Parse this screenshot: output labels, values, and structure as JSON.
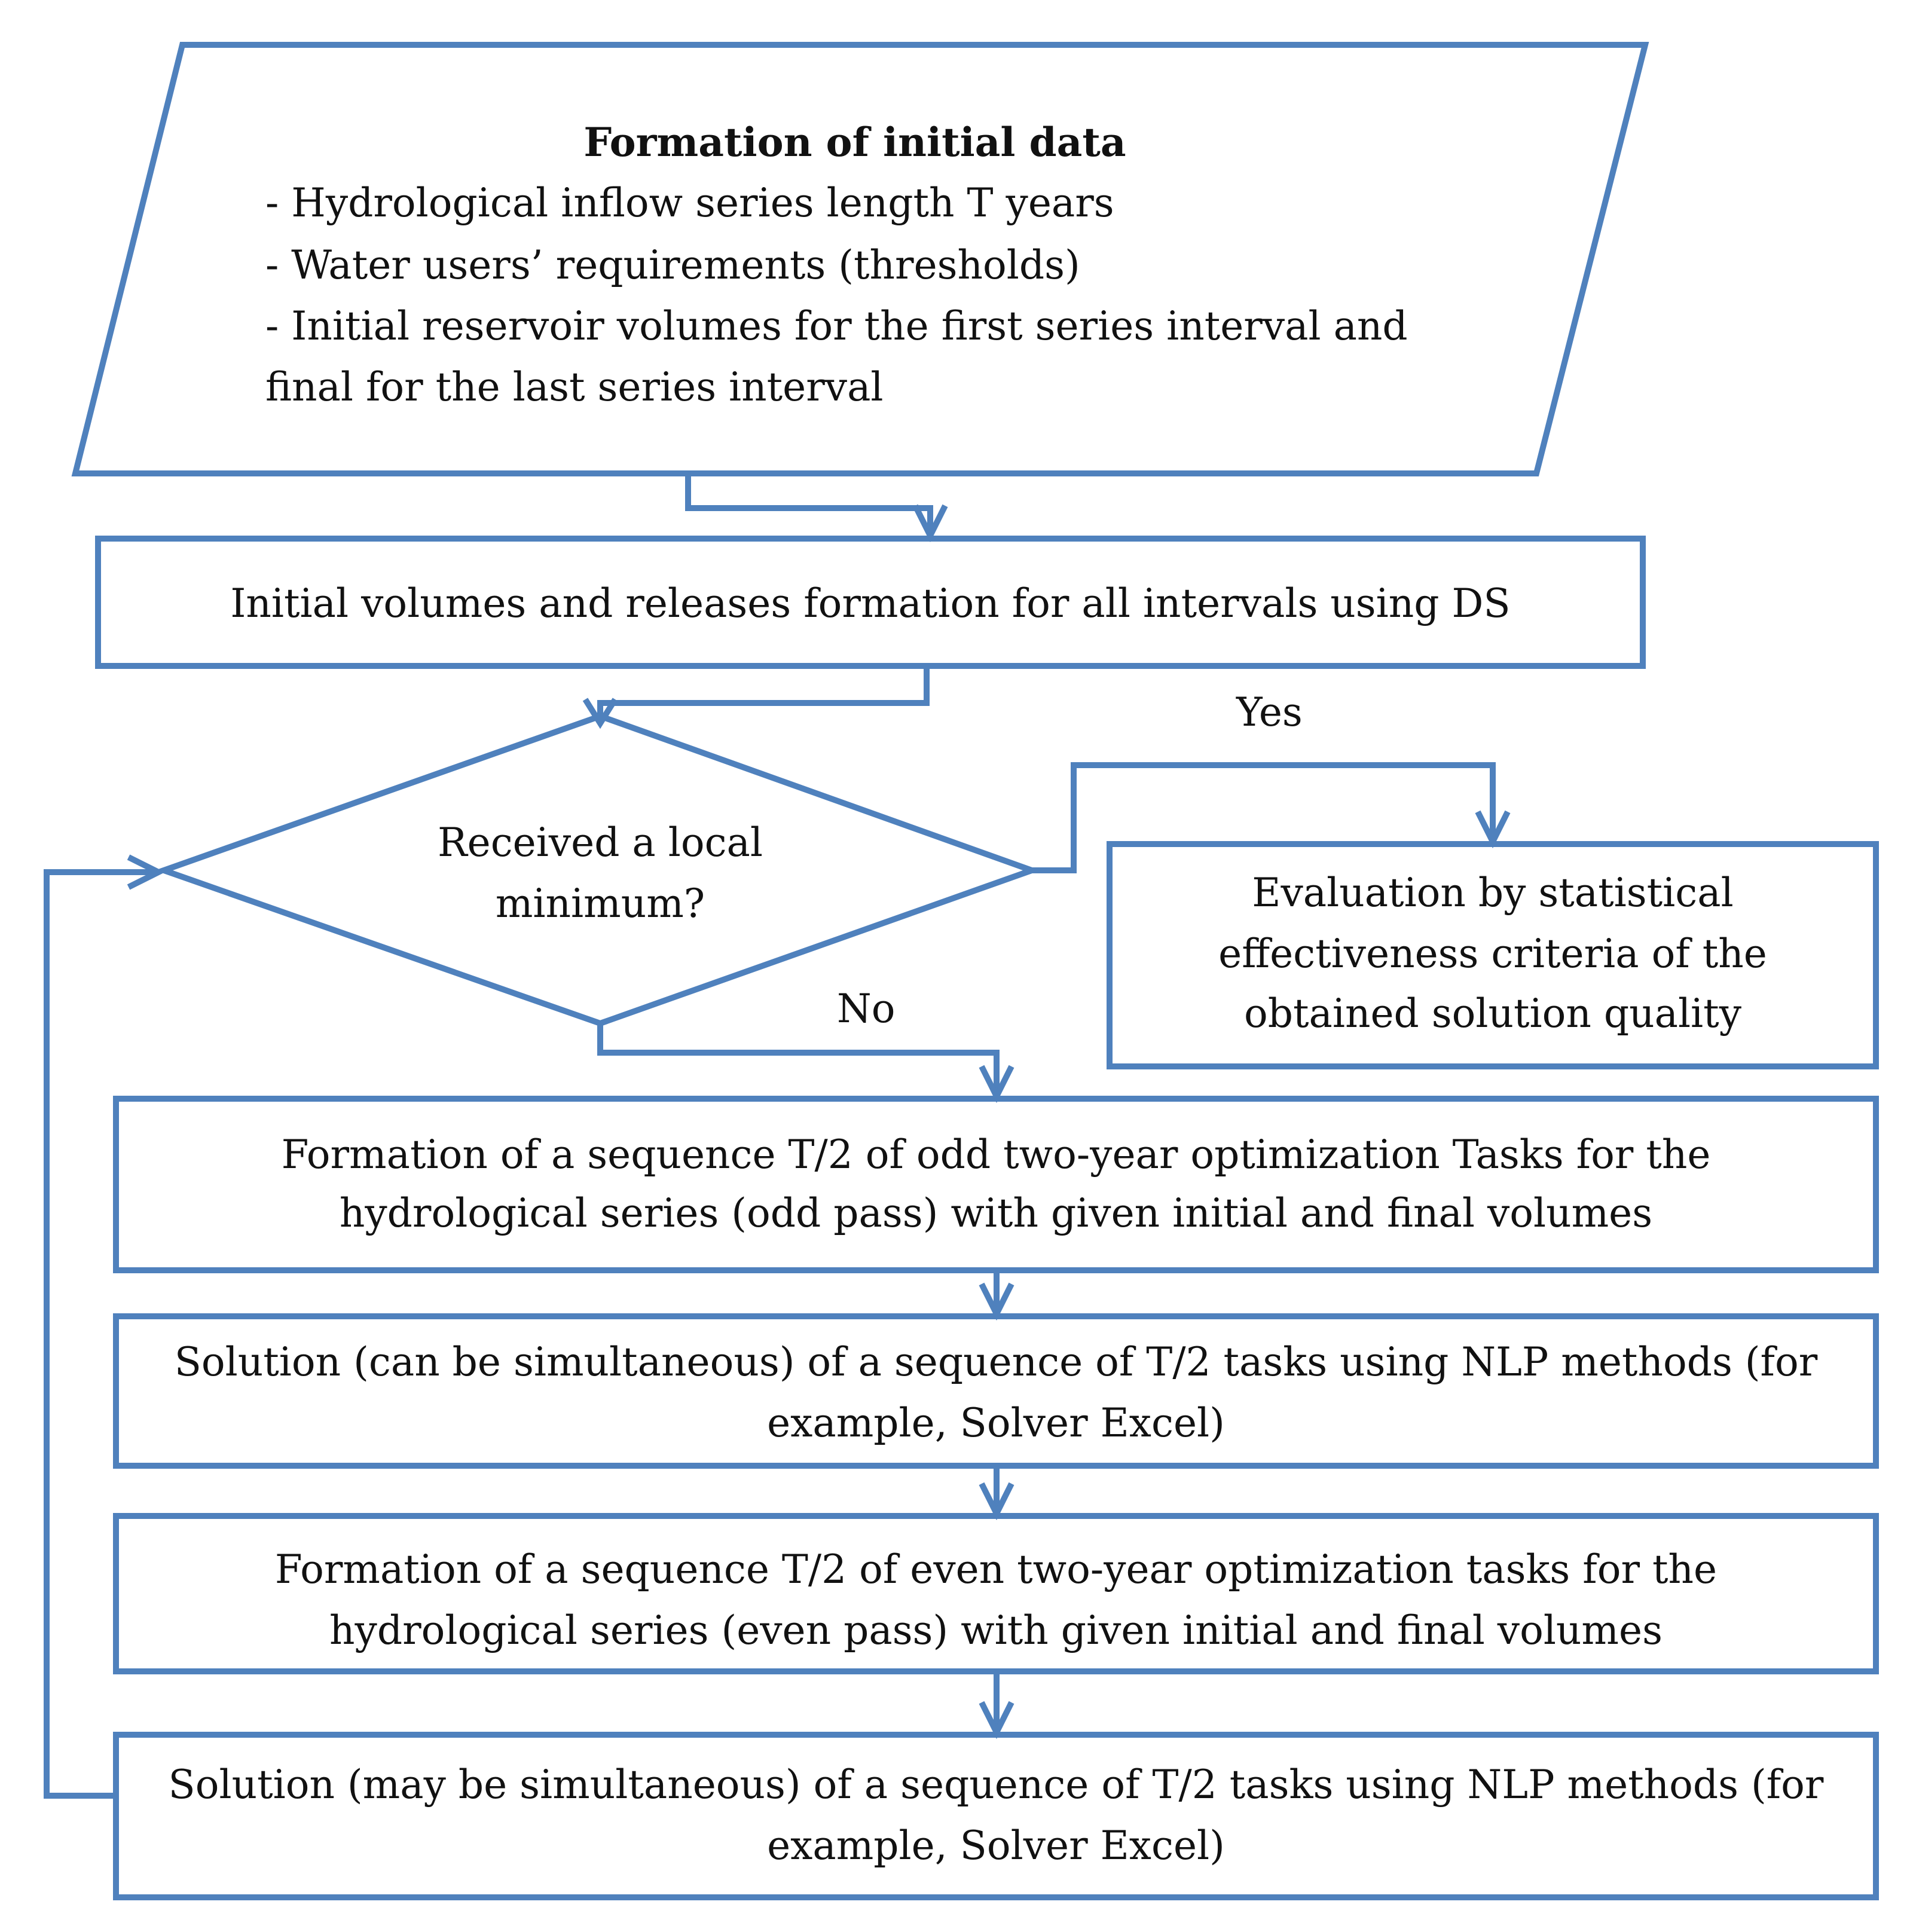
{
  "flowchart": {
    "input": {
      "title": "Formation of initial data",
      "lines": [
        "- Hydrological inflow series length T years",
        "- Water users’ requirements (thresholds)",
        "- Initial reservoir volumes for the first series interval and",
        "final for the last series interval"
      ]
    },
    "init_step": "Initial volumes and releases formation for all intervals using DS",
    "decision": {
      "lines": [
        "Received a local",
        "minimum?"
      ],
      "yes_label": "Yes",
      "no_label": "No"
    },
    "evaluation": {
      "lines": [
        "Evaluation by statistical",
        "effectiveness criteria of the",
        "obtained solution quality"
      ]
    },
    "odd_formation": {
      "lines": [
        "Formation of a sequence T/2 of odd two-year optimization Tasks for the",
        "hydrological series (odd pass) with given initial and final volumes"
      ]
    },
    "odd_solution": {
      "lines": [
        "Solution (can be simultaneous) of a sequence of T/2 tasks using NLP methods (for",
        "example, Solver Excel)"
      ]
    },
    "even_formation": {
      "lines": [
        "Formation of a sequence T/2 of even two-year optimization tasks for the",
        "hydrological series (even pass) with given initial and final volumes"
      ]
    },
    "even_solution": {
      "lines": [
        "Solution (may be simultaneous) of a sequence of T/2 tasks using NLP methods (for",
        "example, Solver Excel)"
      ]
    }
  },
  "colors": {
    "stroke": "#4f81bd",
    "text": "#111111"
  }
}
